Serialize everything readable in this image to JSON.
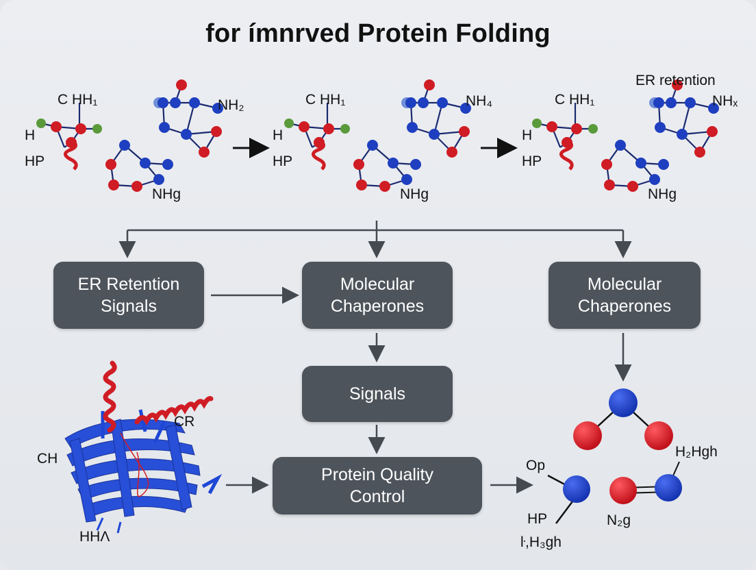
{
  "title": "for ímnrved Protein Folding",
  "molecules": [
    {
      "top": "C HH₁",
      "left": "H",
      "left2": "HP",
      "ring": "NH₂",
      "bottom": "NHg"
    },
    {
      "top": "C HH₁",
      "left": "H",
      "left2": "HP",
      "ring": "NH₄",
      "bottom": "NHg"
    },
    {
      "top": "C HH₁",
      "left": "H",
      "left2": "HP",
      "ring": "NHₓ",
      "bottom": "NHg",
      "extra": "ER retention"
    }
  ],
  "boxes": {
    "er_retention": "ER Retention\nSignals",
    "chaperones_center": "Molecular\nChaperones",
    "chaperones_right": "Molecular\nChaperones",
    "signals": "Signals",
    "quality_control": "Protein Quality\nControl"
  },
  "protein_labels": {
    "ch": "CH",
    "cr": "CR",
    "hha": "HHΛ"
  },
  "right_labels": {
    "h2hgh": "H₂Hgh",
    "op": "Op",
    "hp": "HP",
    "n2g": "N₂g",
    "h3gh": "ŀ,H₃gh"
  },
  "colors": {
    "box": "#4e545b",
    "red": "#d01c24",
    "blue": "#1e3fbf",
    "green": "#5a9a3a",
    "line": "#454a50"
  }
}
